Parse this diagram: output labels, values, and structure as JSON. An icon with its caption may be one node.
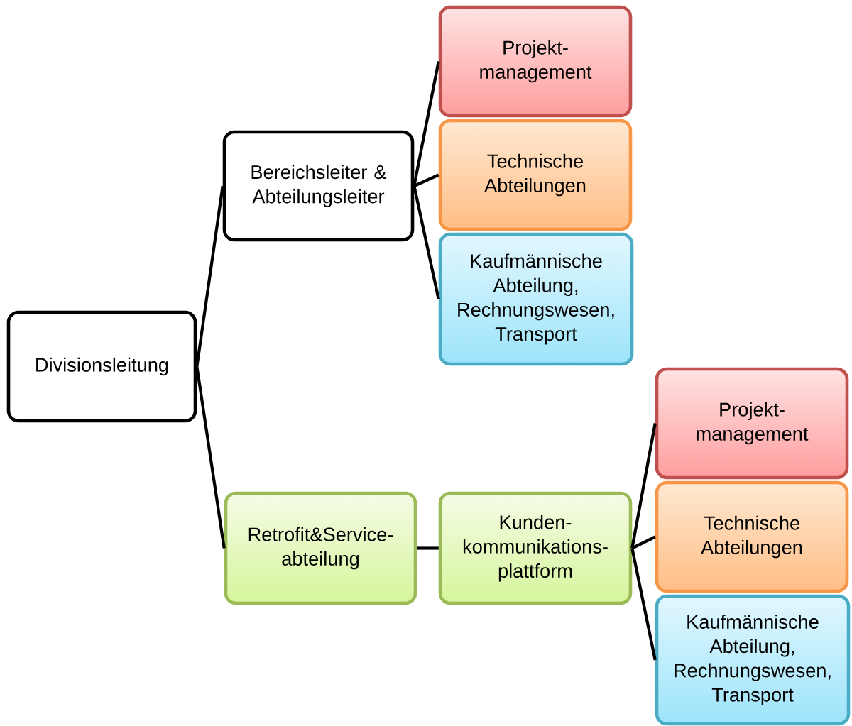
{
  "diagram": {
    "nodes": [
      {
        "text": [
          "Divisionsleitung"
        ]
      },
      {
        "text": [
          "Bereichsleiter & Abteilungsleiter"
        ]
      },
      {
        "text": [
          "Projekt- management"
        ]
      },
      {
        "text": [
          "Technische Abteilungen"
        ]
      },
      {
        "text": [
          "Kaufmännische Abteilung, Rechnungswesen, Transport"
        ]
      },
      {
        "text": [
          "Retrofit&Service- abteilung"
        ]
      },
      {
        "text": [
          "Kunden- kommunikations- plattform"
        ]
      },
      {
        "text": [
          "Projekt- management"
        ]
      },
      {
        "text": [
          "Technische Abteilungen"
        ]
      },
      {
        "text": [
          "Kaufmännische Abteilung, Rechnungswesen, Transport"
        ]
      }
    ],
    "edges": [
      {
        "from": 0,
        "to": 1,
        "arrow": "none"
      },
      {
        "from": 0,
        "to": 5,
        "arrow": "none"
      },
      {
        "from": 1,
        "to": 2,
        "arrow": "none"
      },
      {
        "from": 1,
        "to": 3,
        "arrow": "none"
      },
      {
        "from": 1,
        "to": 4,
        "arrow": "none"
      },
      {
        "from": 5,
        "to": 6,
        "arrow": "none"
      },
      {
        "from": 6,
        "to": 7,
        "arrow": "none"
      },
      {
        "from": 6,
        "to": 8,
        "arrow": "none"
      },
      {
        "from": 6,
        "to": 9,
        "arrow": "none"
      }
    ]
  }
}
